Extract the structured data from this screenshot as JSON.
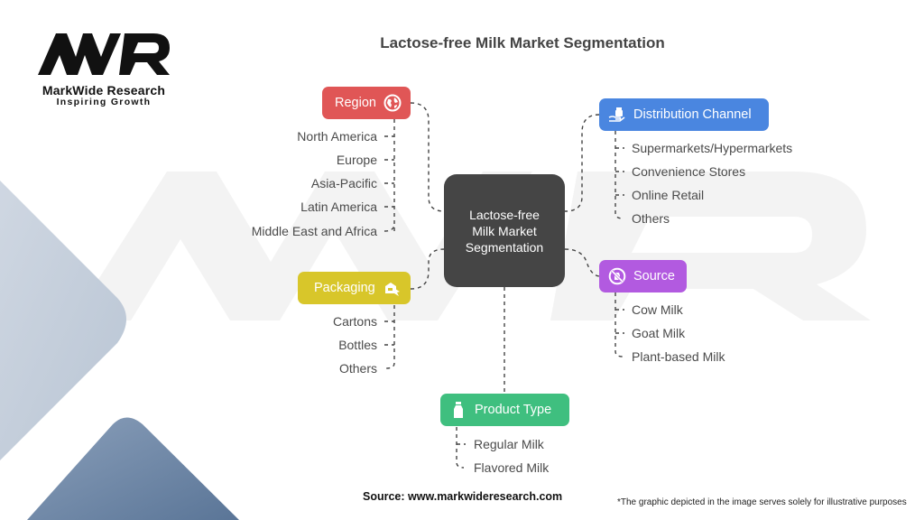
{
  "brand": {
    "logo_text": "MWR",
    "name": "MarkWide Research",
    "tagline": "Inspiring Growth"
  },
  "title": "Lactose-free Milk Market Segmentation",
  "center": {
    "line1": "Lactose-free",
    "line2": "Milk Market",
    "line3": "Segmentation"
  },
  "categories": [
    {
      "label": "Region",
      "icon": "globe-icon",
      "color": "#E05656",
      "items": [
        "North America",
        "Europe",
        "Asia-Pacific",
        "Latin America",
        "Middle East and Africa"
      ]
    },
    {
      "label": "Distribution Channel",
      "icon": "hand-delivery-icon",
      "color": "#4A86E0",
      "items": [
        "Supermarkets/Hypermarkets",
        "Convenience Stores",
        "Online Retail",
        "Others"
      ]
    },
    {
      "label": "Packaging",
      "icon": "package-icon",
      "color": "#D8C62A",
      "items": [
        "Cartons",
        "Bottles",
        "Others"
      ]
    },
    {
      "label": "Source",
      "icon": "no-milk-icon",
      "color": "#B25AE0",
      "items": [
        "Cow Milk",
        "Goat Milk",
        "Plant-based Milk"
      ]
    },
    {
      "label": "Product Type",
      "icon": "milk-bottle-icon",
      "color": "#3FBF7F",
      "items": [
        "Regular Milk",
        "Flavored Milk"
      ]
    }
  ],
  "footer": {
    "source": "Source: www.markwideresearch.com",
    "disclaimer": "*The graphic depicted in the image serves solely for illustrative purposes"
  }
}
